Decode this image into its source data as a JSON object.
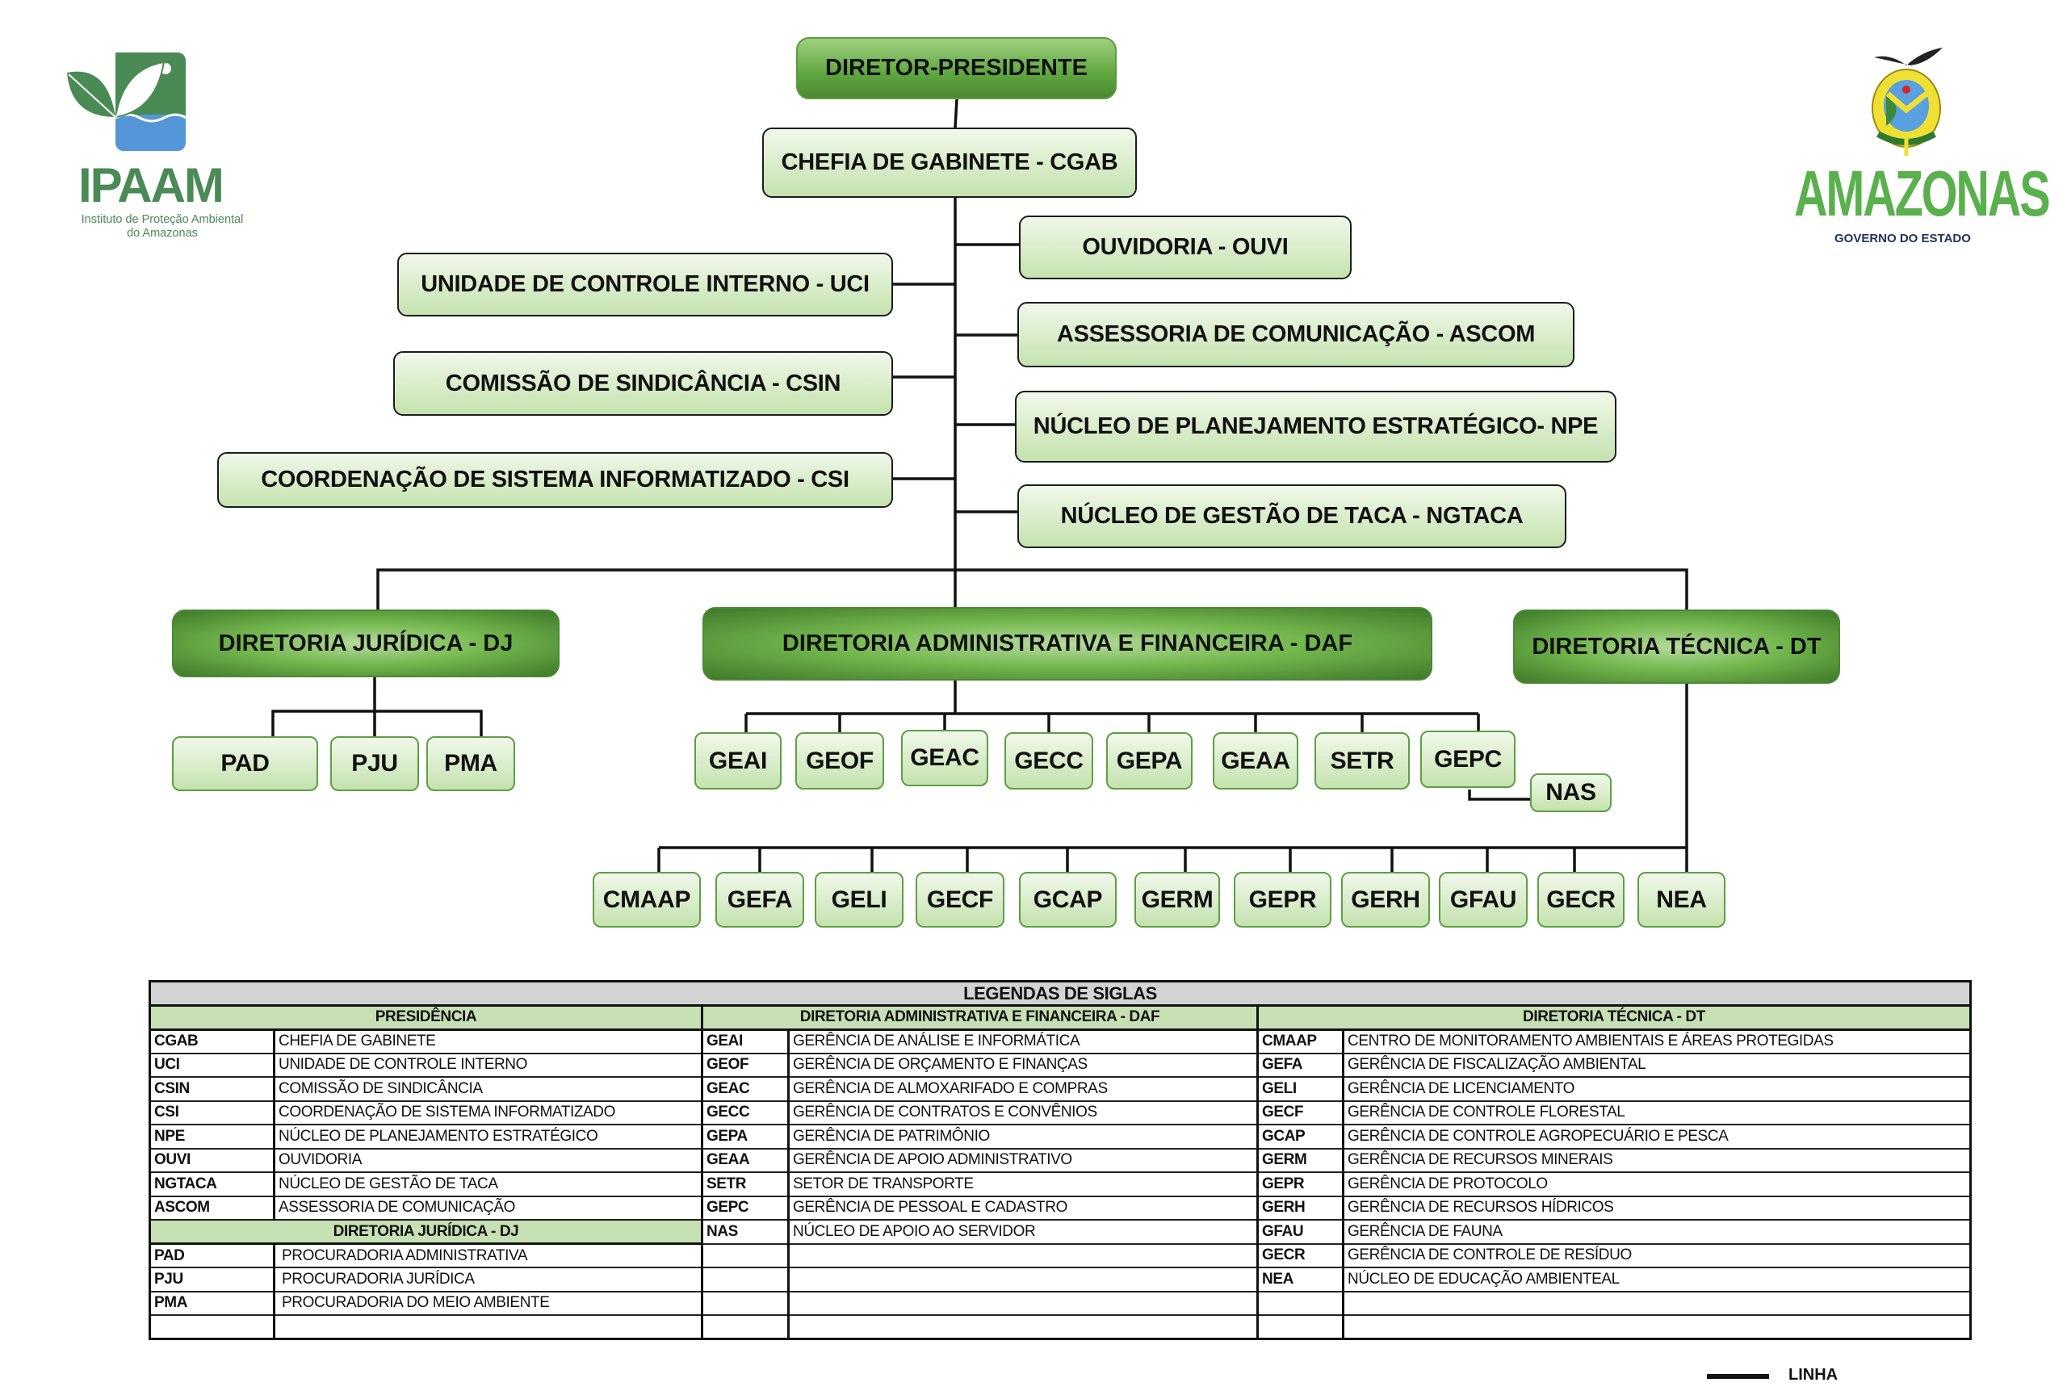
{
  "logos": {
    "left": {
      "name": "IPAAM",
      "subtitle_1": "Instituto de Proteção Ambiental",
      "subtitle_2": "do Amazonas"
    },
    "right": {
      "name": "AMAZONAS",
      "subtitle": "GOVERNO DO ESTADO"
    }
  },
  "chart": {
    "president": "DIRETOR-PRESIDENTE",
    "cabinet": "CHEFIA DE GABINETE - CGAB",
    "left_units": [
      "UNIDADE DE CONTROLE INTERNO - UCI",
      "COMISSÃO DE SINDICÂNCIA - CSIN",
      "COORDENAÇÃO DE SISTEMA INFORMATIZADO - CSI"
    ],
    "right_units": [
      "OUVIDORIA - OUVI",
      "ASSESSORIA DE COMUNICAÇÃO - ASCOM",
      "NÚCLEO DE PLANEJAMENTO ESTRATÉGICO- NPE",
      "NÚCLEO DE GESTÃO DE TACA - NGTACA"
    ],
    "directorates": [
      "DIRETORIA JURÍDICA - DJ",
      "DIRETORIA ADMINISTRATIVA E FINANCEIRA - DAF",
      "DIRETORIA TÉCNICA - DT"
    ],
    "dj_units": [
      "PAD",
      "PJU",
      "PMA"
    ],
    "daf_units": [
      "GEAI",
      "GEOF",
      "GEAC",
      "GECC",
      "GEPA",
      "GEAA",
      "SETR",
      "GEPC"
    ],
    "nas": "NAS",
    "dt_units": [
      "CMAAP",
      "GEFA",
      "GELI",
      "GECF",
      "GCAP",
      "GERM",
      "GEPR",
      "GERH",
      "GFAU",
      "GECR",
      "NEA"
    ]
  },
  "legend": {
    "title": "LEGENDAS DE SIGLAS",
    "sections": [
      "PRESIDÊNCIA",
      "DIRETORIA ADMINISTRATIVA E FINANCEIRA - DAF",
      "DIRETORIA TÉCNICA - DT"
    ],
    "dj_header": "DIRETORIA JURÍDICA - DJ",
    "presidencia": [
      [
        "CGAB",
        "CHEFIA DE GABINETE"
      ],
      [
        "UCI",
        "UNIDADE DE CONTROLE INTERNO"
      ],
      [
        "CSIN",
        "COMISSÃO DE SINDICÂNCIA"
      ],
      [
        "CSI",
        "COORDENAÇÃO DE SISTEMA INFORMATIZADO"
      ],
      [
        "NPE",
        "NÚCLEO DE PLANEJAMENTO ESTRATÉGICO"
      ],
      [
        "OUVI",
        "OUVIDORIA"
      ],
      [
        "NGTACA",
        "NÚCLEO DE GESTÃO DE TACA"
      ],
      [
        "ASCOM",
        "ASSESSORIA DE COMUNICAÇÃO"
      ]
    ],
    "dj": [
      [
        "PAD",
        "PROCURADORIA ADMINISTRATIVA"
      ],
      [
        "PJU",
        "PROCURADORIA JURÍDICA"
      ],
      [
        "PMA",
        "PROCURADORIA DO MEIO AMBIENTE"
      ]
    ],
    "daf": [
      [
        "GEAI",
        "GERÊNCIA DE ANÁLISE E INFORMÁTICA"
      ],
      [
        "GEOF",
        "GERÊNCIA DE ORÇAMENTO E FINANÇAS"
      ],
      [
        "GEAC",
        "GERÊNCIA DE ALMOXARIFADO E COMPRAS"
      ],
      [
        "GECC",
        "GERÊNCIA DE CONTRATOS E CONVÊNIOS"
      ],
      [
        "GEPA",
        "GERÊNCIA DE PATRIMÔNIO"
      ],
      [
        "GEAA",
        "GERÊNCIA DE APOIO ADMINISTRATIVO"
      ],
      [
        "SETR",
        "SETOR DE TRANSPORTE"
      ],
      [
        "GEPC",
        "GERÊNCIA DE PESSOAL E CADASTRO"
      ],
      [
        "NAS",
        "NÚCLEO DE APOIO AO SERVIDOR"
      ]
    ],
    "dt": [
      [
        "CMAAP",
        "CENTRO DE MONITORAMENTO AMBIENTAIS E ÁREAS PROTEGIDAS"
      ],
      [
        "GEFA",
        "GERÊNCIA DE FISCALIZAÇÃO AMBIENTAL"
      ],
      [
        "GELI",
        "GERÊNCIA DE LICENCIAMENTO"
      ],
      [
        "GECF",
        "GERÊNCIA DE CONTROLE FLORESTAL"
      ],
      [
        "GCAP",
        "GERÊNCIA DE CONTROLE AGROPECUÁRIO E PESCA"
      ],
      [
        "GERM",
        "GERÊNCIA DE RECURSOS MINERAIS"
      ],
      [
        "GEPR",
        "GERÊNCIA DE PROTOCOLO"
      ],
      [
        "GERH",
        "GERÊNCIA DE RECURSOS HÍDRICOS"
      ],
      [
        "GFAU",
        "GERÊNCIA DE FAUNA"
      ],
      [
        "GECR",
        "GERÊNCIA DE CONTROLE DE RESÍDUO"
      ],
      [
        "NEA",
        "NÚCLEO DE EDUCAÇÃO AMBIENTEAL"
      ]
    ],
    "line_key": "LINHA"
  },
  "colors": {
    "box_green": "#c4e2ae",
    "director_green": "#5fa63f",
    "logo_green": "#4a8a55",
    "water_blue": "#5596d8",
    "amazonas_green": "#5bb04e",
    "navy": "#23305a"
  }
}
